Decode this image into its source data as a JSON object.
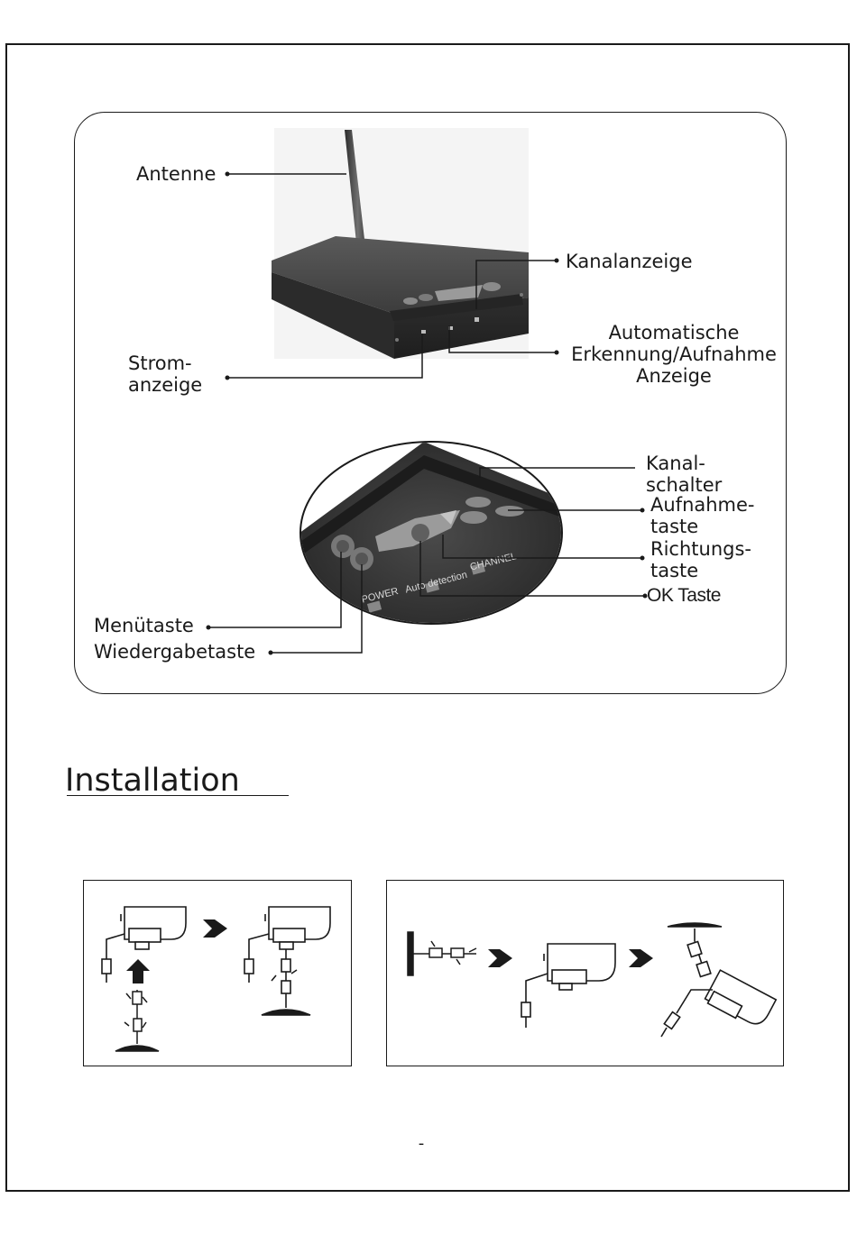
{
  "labels": {
    "antenna": "Antenne",
    "channel_indicator": "Kanalanzeige",
    "auto_detection_indicator": "Automatische\nErkennung/Aufnahme\nAnzeige",
    "power_indicator": "Strom-\nanzeige",
    "channel_switch": "Kanal-\nschalter",
    "record_button": "Aufnahme-\ntaste",
    "direction_button": "Richtungs-\ntaste",
    "ok_button": "OK Taste",
    "menu_button": "Menütaste",
    "playback_button": "Wiedergabetaste"
  },
  "device_printed": {
    "power": "POWER",
    "auto_detection": "Auto detection",
    "channel": "CHANNEL"
  },
  "section": {
    "title": "Installation"
  },
  "page": {
    "number": "-"
  },
  "colors": {
    "ink": "#1a1a1a",
    "device_body": "#3a3a3a",
    "device_highlight": "#6e6e6e",
    "panel_border": "#1a1a1a"
  }
}
